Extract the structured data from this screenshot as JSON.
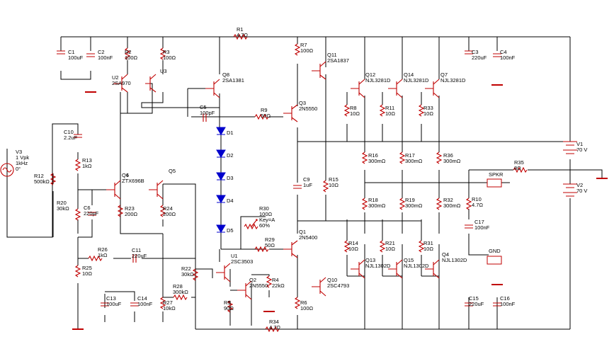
{
  "components": {
    "V3": [
      "V3",
      "1 Vpk",
      "1kHz",
      "0°"
    ],
    "C1": [
      "C1",
      "100uF"
    ],
    "C2": [
      "C2",
      "100nF"
    ],
    "R2": [
      "R2",
      "100Ω"
    ],
    "R3": [
      "R3",
      "100Ω"
    ],
    "U2": [
      "U2",
      "2SA970"
    ],
    "U3": [
      "U3"
    ],
    "R1": [
      "R1",
      "4.7Ω"
    ],
    "Q8": [
      "Q8",
      "2SA1381"
    ],
    "C5": [
      "C5",
      "100pF"
    ],
    "R9": [
      "R9",
      "50Ω"
    ],
    "Q3": [
      "Q3",
      "2N5550"
    ],
    "R7": [
      "R7",
      "100Ω"
    ],
    "Q11": [
      "Q11",
      "2SA1837"
    ],
    "Q12": [
      "Q12",
      "NJL3281D"
    ],
    "Q14": [
      "Q14",
      "NJL3281D"
    ],
    "Q7": [
      "Q7",
      "NJL3281D"
    ],
    "C3": [
      "C3",
      "220uF"
    ],
    "C4": [
      "C4",
      "100nF"
    ],
    "R8": [
      "R8",
      "10Ω"
    ],
    "R11": [
      "R11",
      "10Ω"
    ],
    "R33": [
      "R33",
      "10Ω"
    ],
    "C10": [
      "C10",
      "2.2uF"
    ],
    "R13": [
      "R13",
      "1kΩ"
    ],
    "R12": [
      "R12",
      "500kΩ"
    ],
    "Q6": [
      "Q6",
      "ZTX696B"
    ],
    "Q5": [
      "Q5"
    ],
    "D1": [
      "D1"
    ],
    "D2": [
      "D2"
    ],
    "D3": [
      "D3"
    ],
    "D4": [
      "D4"
    ],
    "D5": [
      "D5"
    ],
    "R16": [
      "R16",
      "300mΩ"
    ],
    "R17": [
      "R17",
      "300mΩ"
    ],
    "R36": [
      "R36",
      "300mΩ"
    ],
    "V1": [
      "V1",
      "70 V"
    ],
    "V2": [
      "V2",
      "70 V"
    ],
    "R35": [
      "R35",
      "8Ω"
    ],
    "R20": [
      "R20",
      "30kΩ"
    ],
    "C6": [
      "C6",
      "220pF"
    ],
    "R23": [
      "R23",
      "200Ω"
    ],
    "R24": [
      "R24",
      "200Ω"
    ],
    "C9": [
      "C9",
      "1uF"
    ],
    "R15": [
      "R15",
      "10Ω"
    ],
    "R18": [
      "R18",
      "300mΩ"
    ],
    "R19": [
      "R19",
      "300mΩ"
    ],
    "R32": [
      "R32",
      "300mΩ"
    ],
    "R10": [
      "R10",
      "4.7Ω"
    ],
    "C17": [
      "C17",
      "100nF"
    ],
    "R30": [
      "R30",
      "100Ω",
      "Key=A",
      "60%"
    ],
    "R29": [
      "R29",
      "50Ω"
    ],
    "Q1": [
      "Q1",
      "2N5400"
    ],
    "R14": [
      "R14",
      "10Ω"
    ],
    "R21": [
      "R21",
      "10Ω"
    ],
    "R31": [
      "R31",
      "10Ω"
    ],
    "R26": [
      "R26",
      "1kΩ"
    ],
    "C11": [
      "C11",
      "220uF"
    ],
    "U1": [
      "U1",
      "2SC3503"
    ],
    "Q13": [
      "Q13",
      "NJL1302D"
    ],
    "Q15": [
      "Q15",
      "NJL1302D"
    ],
    "Q4": [
      "Q4",
      "NJL1302D"
    ],
    "R25": [
      "R25",
      "10Ω"
    ],
    "R22": [
      "R22",
      "30kΩ"
    ],
    "R4": [
      "R4",
      "22kΩ"
    ],
    "Q2": [
      "Q2",
      "2N5550"
    ],
    "Q10": [
      "Q10",
      "2SC4793"
    ],
    "R28": [
      "R28",
      "300kΩ"
    ],
    "R5": [
      "R5",
      "90Ω"
    ],
    "R6": [
      "R6",
      "100Ω"
    ],
    "C13": [
      "C13",
      "100uF"
    ],
    "C14": [
      "C14",
      "100nF"
    ],
    "R27": [
      "R27",
      "10kΩ"
    ],
    "R34": [
      "R34",
      "4.7Ω"
    ],
    "C15": [
      "C15",
      "220uF"
    ],
    "C16": [
      "C16",
      "100nF"
    ]
  },
  "ports": {
    "spkr": "SPKR",
    "gnd": "GND"
  }
}
